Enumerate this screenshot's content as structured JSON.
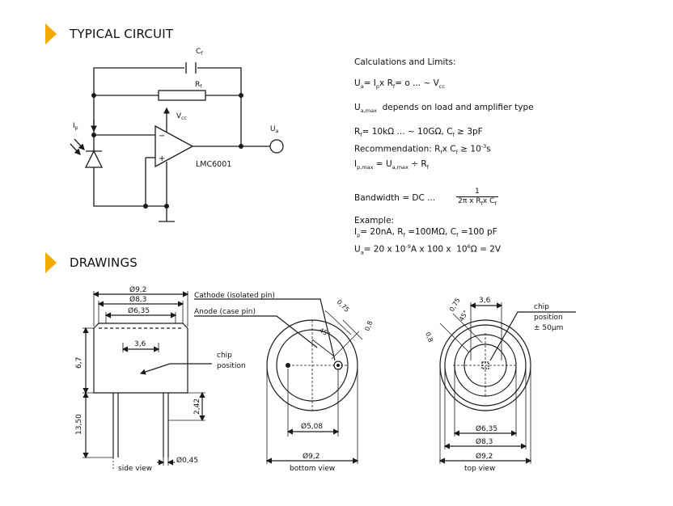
{
  "sections": {
    "typical_circuit": "TYPICAL CIRCUIT",
    "drawings": "DRAWINGS"
  },
  "circuit": {
    "cf_label": "C",
    "cf_sub": "f",
    "rf_label": "R",
    "rf_sub": "f",
    "vcc_label": "V",
    "vcc_sub": "cc",
    "ip_label": "I",
    "ip_sub": "p",
    "ua_label": "U",
    "ua_sub": "a",
    "opamp_model": "LMC6001",
    "plus_sign": "+",
    "minus_sign": "−"
  },
  "calc": {
    "heading": "Calculations and Limits:",
    "line1": "Uₐ= I_p x R_f= 0 ... ~ V_cc",
    "line2_main": "U",
    "line2_sub": "a,max",
    "line2_rest": "depends on load and amplifier type",
    "line3": "R_f= 10kΩ ... ~ 10GΩ, C_f ≥ 3pF",
    "line4": "Recommendation: R_f x C_f ≥ 10⁻³s",
    "line5": "I_p,max = U_a,max ÷ R_f",
    "bandwidth_label": "Bandwidth = DC ...",
    "bw_num": "1",
    "bw_den": "2π x R_f x C_f",
    "example_label": "Example:",
    "ex1": "I_p= 20nA, R_f =100MΩ, C_f =100 pF",
    "ex2": "Uₐ= 20 x 10⁻⁹A x 100 x 10⁶Ω = 2V"
  },
  "drawings": {
    "side": {
      "d92": "Ø9,2",
      "d83": "Ø8,3",
      "d635": "Ø6,35",
      "chip_w": "3,6",
      "h67": "6,7",
      "h1350": "13,50",
      "h242": "2,42",
      "pin_d": "Ø0,45",
      "chip_label_1": "chip",
      "chip_label_2": "position",
      "caption": "side view"
    },
    "bottom": {
      "cathode": "Cathode (isolated pin)",
      "anode": "Anode (case pin)",
      "d075": "0,75",
      "d08": "0,8",
      "angle": "45°",
      "d508": "Ø5,08",
      "d92": "Ø9,2",
      "caption": "bottom view"
    },
    "top": {
      "chip_w": "3,6",
      "d075": "0,75",
      "d08": "0,8",
      "angle": "45°",
      "chip_label_1": "chip",
      "chip_label_2": "position",
      "chip_label_3": "± 50µm",
      "d635": "Ø6,35",
      "d83": "Ø8,3",
      "d92": "Ø9,2",
      "caption": "top view"
    }
  },
  "colors": {
    "accent": "#f2a900",
    "line": "#1a1a1a"
  }
}
